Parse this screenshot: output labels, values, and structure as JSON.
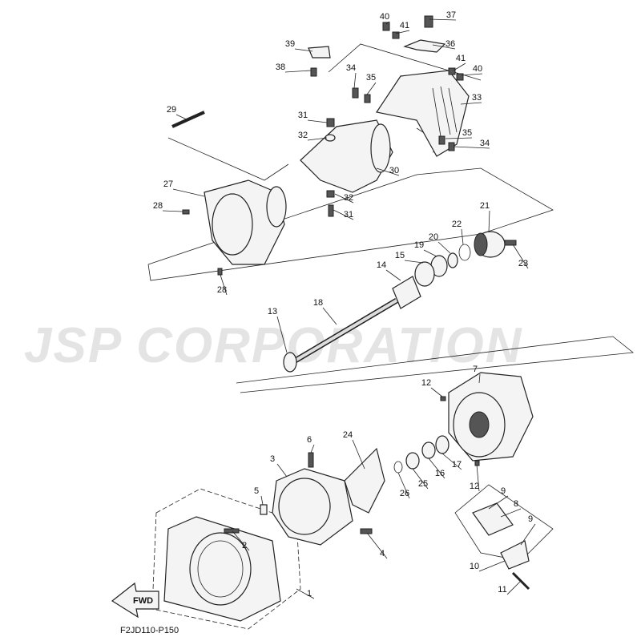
{
  "watermark": "JSP CORPORATION",
  "diagram_code": "F2JD110-P150",
  "fwd_label": "FWD",
  "callouts": [
    "40",
    "37",
    "41",
    "36",
    "39",
    "41",
    "40",
    "38",
    "34",
    "35",
    "33",
    "29",
    "31",
    "32",
    "35",
    "34",
    "30",
    "27",
    "28",
    "32",
    "31",
    "21",
    "22",
    "20",
    "19",
    "15",
    "14",
    "23",
    "28",
    "18",
    "13",
    "12",
    "7",
    "6",
    "24",
    "3",
    "17",
    "16",
    "25",
    "26",
    "12",
    "5",
    "9",
    "8",
    "9",
    "2",
    "4",
    "10",
    "11",
    "1"
  ]
}
